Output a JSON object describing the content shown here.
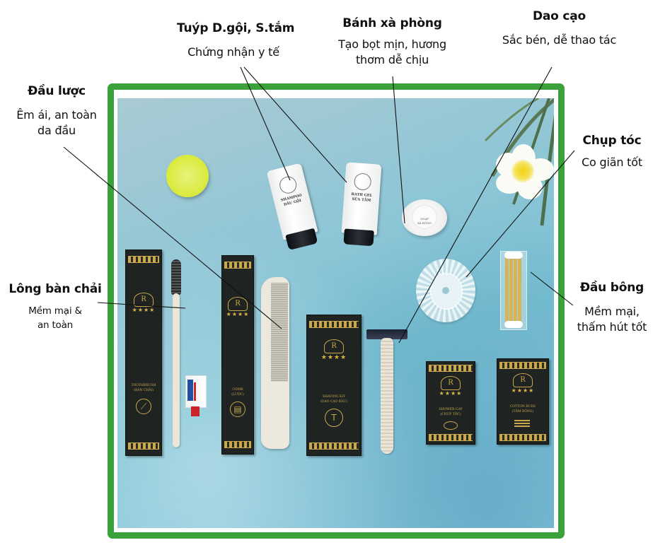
{
  "labels": {
    "tube": {
      "title": "Tuýp D.gội, S.tắm",
      "desc": "Chứng nhận y tế"
    },
    "soap": {
      "title": "Bánh xà phòng",
      "desc_line1": "Tạo bọt mịn, hương",
      "desc_line2": "thơm dễ chịu"
    },
    "razor": {
      "title": "Dao cạo",
      "desc": "Sắc bén, dễ thao tác"
    },
    "comb": {
      "title": "Đầu lược",
      "desc_line1": "Êm ái, an toàn",
      "desc_line2": "da đầu"
    },
    "shower_cap": {
      "title": "Chụp tóc",
      "desc": "Co giãn tốt"
    },
    "toothbrush": {
      "title": "Lông bàn chải",
      "desc_line1": "Mềm mại &",
      "desc_line2": "an toàn"
    },
    "cotton_buds": {
      "title": "Đầu bông",
      "desc_line1": "Mềm mại,",
      "desc_line2": "thấm hút tốt"
    }
  },
  "products": {
    "toothbrush_box": {
      "name": "TOOTHBRUSH",
      "sub": "(BÀN CHẢI)",
      "crest": "R",
      "stars": "★★★★"
    },
    "comb_box": {
      "name": "COMB",
      "sub": "(LƯỢC)",
      "crest": "R",
      "stars": "★★★★"
    },
    "shaving_box": {
      "name": "SHAVING KIT",
      "sub": "(DAO CẠO RÂU)",
      "crest": "R",
      "stars": "★★★★"
    },
    "showercap_box": {
      "name": "SHOWER CAP",
      "sub": "(CHỤP TÓC)",
      "crest": "R",
      "stars": "★★★★"
    },
    "cottonbuds_box": {
      "name": "COTTON BUDS",
      "sub": "(TĂM BÔNG)",
      "crest": "R",
      "stars": "★★★★"
    },
    "shampoo_tube": {
      "line1": "SHAMPOO",
      "line2": "DẦU GỘI"
    },
    "bathgel_tube": {
      "line1": "BATH GEL",
      "line2": "SỮA TẮM"
    },
    "soap_bar": {
      "line1": "SOAP",
      "line2": "XÀ BÔNG"
    }
  },
  "colors": {
    "frame": "#3aa13b",
    "box": "#1f2322",
    "gold": "#c9a84e",
    "background": "#8fc6d6"
  }
}
